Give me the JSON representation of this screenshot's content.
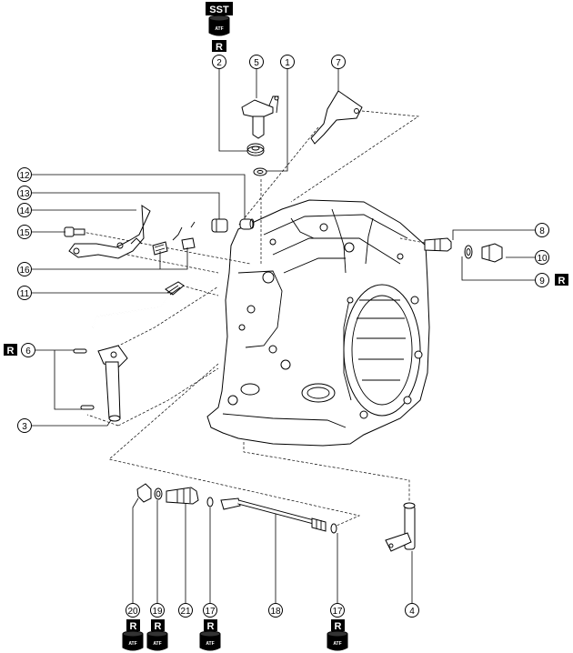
{
  "markers": {
    "sst": "SST",
    "r": "R",
    "atf": "ATF"
  },
  "callouts": {
    "c1": "1",
    "c2": "2",
    "c3": "3",
    "c4": "4",
    "c5": "5",
    "c6": "6",
    "c7": "7",
    "c8": "8",
    "c9": "9",
    "c10": "10",
    "c11": "11",
    "c12": "12",
    "c13": "13",
    "c14": "14",
    "c15": "15",
    "c16": "16",
    "c17a": "17",
    "c17b": "17",
    "c18": "18",
    "c19": "19",
    "c20": "20",
    "c21": "21"
  }
}
